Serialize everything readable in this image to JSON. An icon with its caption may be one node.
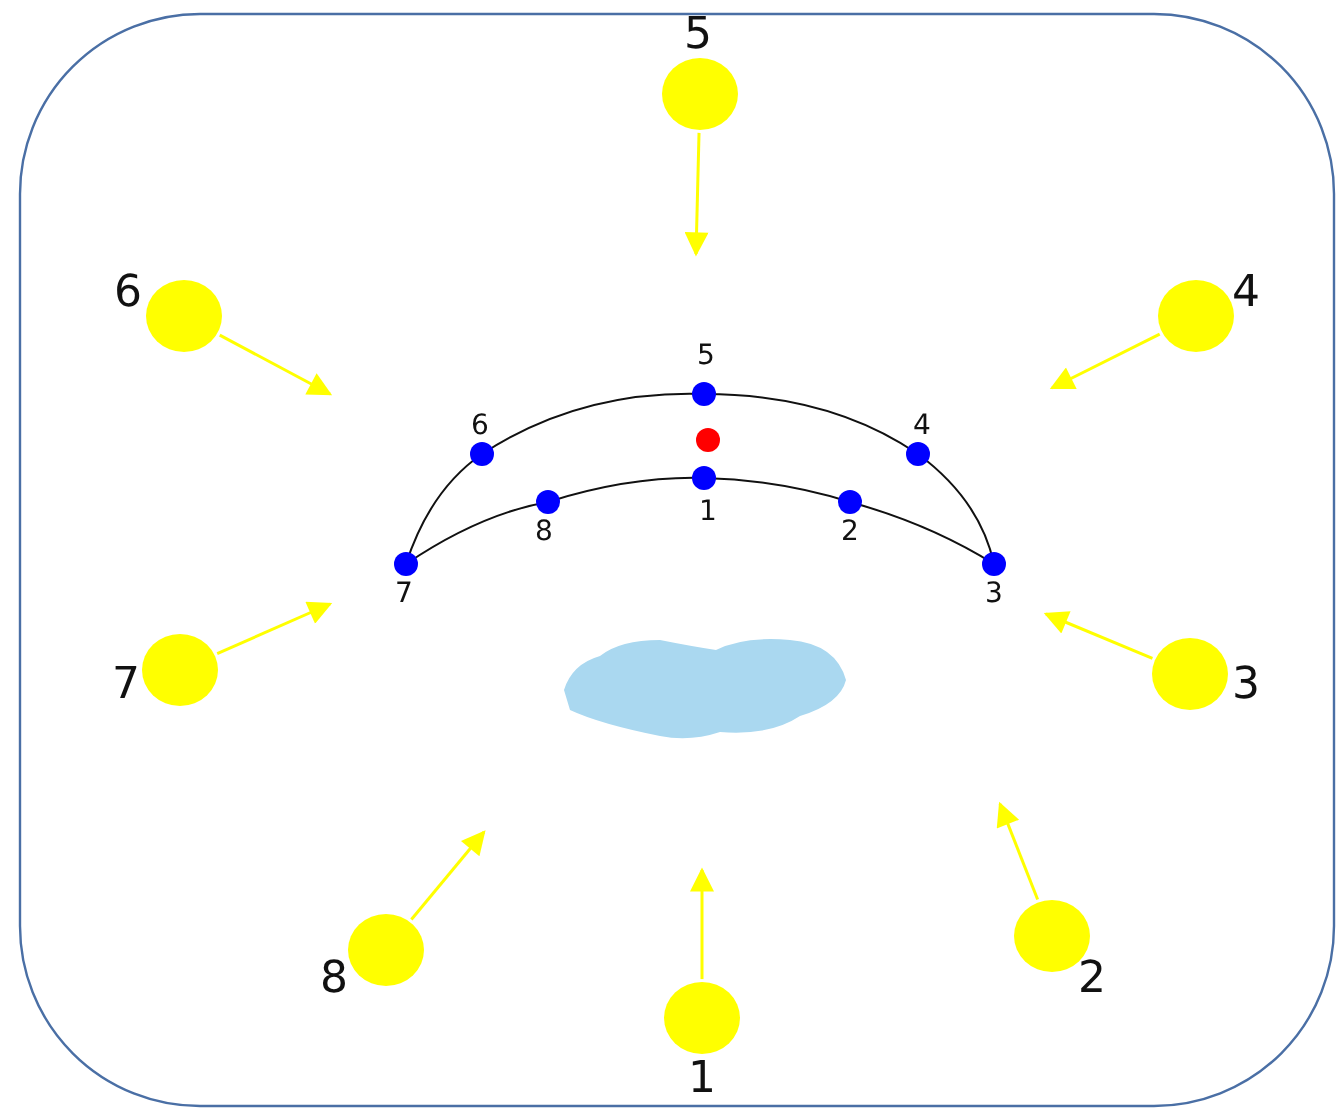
{
  "diagram": {
    "nodes": [
      {
        "text": [],
        "shape": "circle",
        "beside": [
          "5"
        ]
      },
      {
        "text": [],
        "shape": "circle",
        "beside": [
          "6"
        ]
      },
      {
        "text": [],
        "shape": "circle",
        "beside": [
          "4"
        ]
      },
      {
        "text": [],
        "shape": "circle",
        "beside": [
          "7"
        ]
      },
      {
        "text": [],
        "shape": "circle",
        "beside": [
          "3"
        ]
      },
      {
        "text": [],
        "shape": "circle",
        "beside": [
          "2"
        ]
      },
      {
        "text": [],
        "shape": "circle",
        "beside": [
          "8"
        ]
      },
      {
        "text": [],
        "shape": "circle",
        "beside": [
          "1"
        ]
      }
    ],
    "edges": [
      {
        "from": 0,
        "to": null,
        "arrow": "to"
      },
      {
        "from": 1,
        "to": null,
        "arrow": "to"
      },
      {
        "from": 2,
        "to": null,
        "arrow": "to"
      },
      {
        "from": 3,
        "to": null,
        "arrow": "to"
      },
      {
        "from": 4,
        "to": null,
        "arrow": "to"
      },
      {
        "from": 5,
        "to": null,
        "arrow": "to"
      },
      {
        "from": 6,
        "to": null,
        "arrow": "to"
      },
      {
        "from": 7,
        "to": null,
        "arrow": "to"
      }
    ],
    "labels": [
      "5",
      "6",
      "4",
      "8",
      "1",
      "2",
      "7",
      "3"
    ]
  }
}
